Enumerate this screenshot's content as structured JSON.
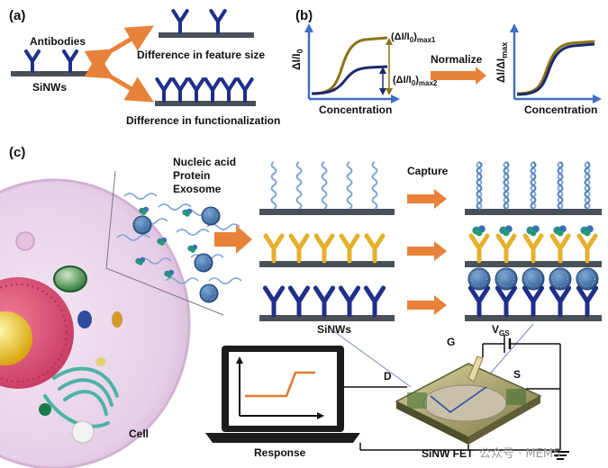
{
  "panel_a": {
    "label": "(a)",
    "antibodies": "Antibodies",
    "sinws": "SiNWs",
    "feature_size": "Difference in feature size",
    "functionalization": "Difference in  functionalization"
  },
  "panel_b": {
    "label": "(b)",
    "ylabel_left": "ΔI/I",
    "ylabel_left_sub": "0",
    "xlabel_left": "Concentration",
    "max1": "(ΔI/I",
    "max1_sub0": "0",
    "max1_tail": ")",
    "max1_sub": "max1",
    "max2": "(ΔI/I",
    "max2_sub0": "0",
    "max2_tail": ")",
    "max2_sub": "max2",
    "normalize": "Normalize",
    "ylabel_right": "ΔI/ΔI",
    "ylabel_right_sub": "max",
    "xlabel_right": "Concentration"
  },
  "panel_c": {
    "label": "(c)",
    "analytes": [
      "Nucleic acid",
      "Protein",
      "Exosome"
    ],
    "capture": "Capture",
    "sinws": "SiNWs",
    "cell": "Cell",
    "response": "Response",
    "device": "SiNW FET",
    "terminal_d": "D",
    "terminal_g": "G",
    "terminal_s": "S",
    "vgs": "V",
    "vgs_sub": "GS"
  },
  "watermark": "公众号 · MEMS",
  "colors": {
    "antibody": "#1f2f8a",
    "substrate": "#4a5058",
    "arrow": "#e8823a",
    "curve_gold": "#8a7318",
    "curve_navy": "#1c2a6b",
    "axis": "#3f6fc4",
    "cell_membrane": "#e6cfe6",
    "nucleus": "#e25b7c",
    "yellow_antibody": "#e5b02c",
    "dna": "#7fa6d6",
    "exosome": "#3d6fa8"
  }
}
